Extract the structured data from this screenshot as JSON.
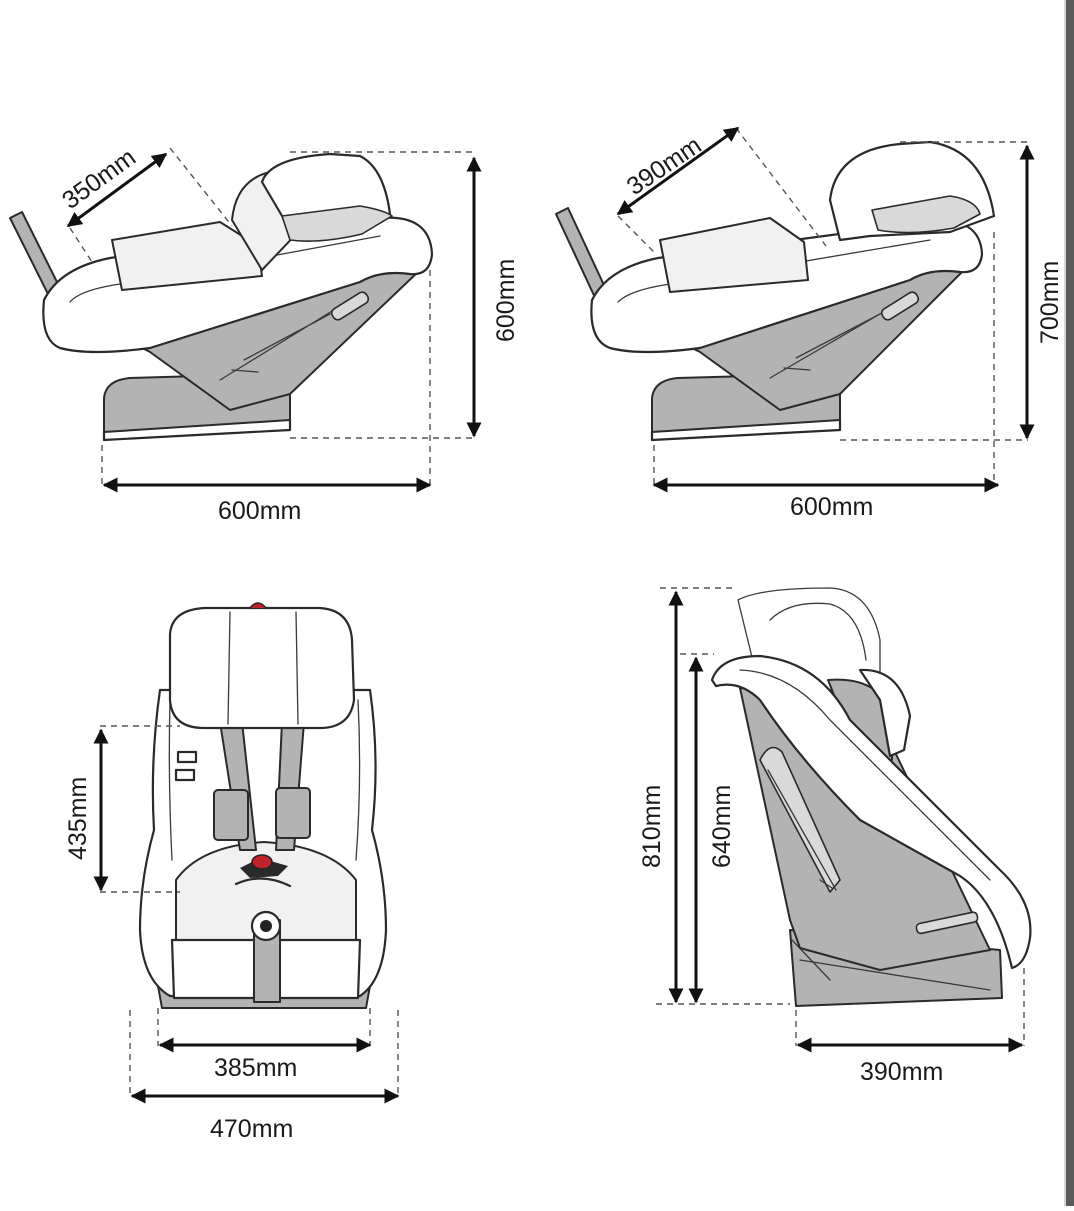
{
  "views": {
    "recline_low": {
      "diagonal_label": "350mm",
      "height_label": "600mm",
      "width_label": "600mm"
    },
    "recline_high": {
      "diagonal_label": "390mm",
      "height_label": "700mm",
      "width_label": "600mm"
    },
    "front": {
      "harness_label": "435mm",
      "inner_width_label": "385mm",
      "outer_width_label": "470mm"
    },
    "side": {
      "total_height_label": "810mm",
      "seat_height_label": "640mm",
      "depth_label": "390mm"
    }
  },
  "colors": {
    "line": "#2a2a2a",
    "seat_grey": "#b3b3b3",
    "buckle_red": "#c0232b"
  }
}
